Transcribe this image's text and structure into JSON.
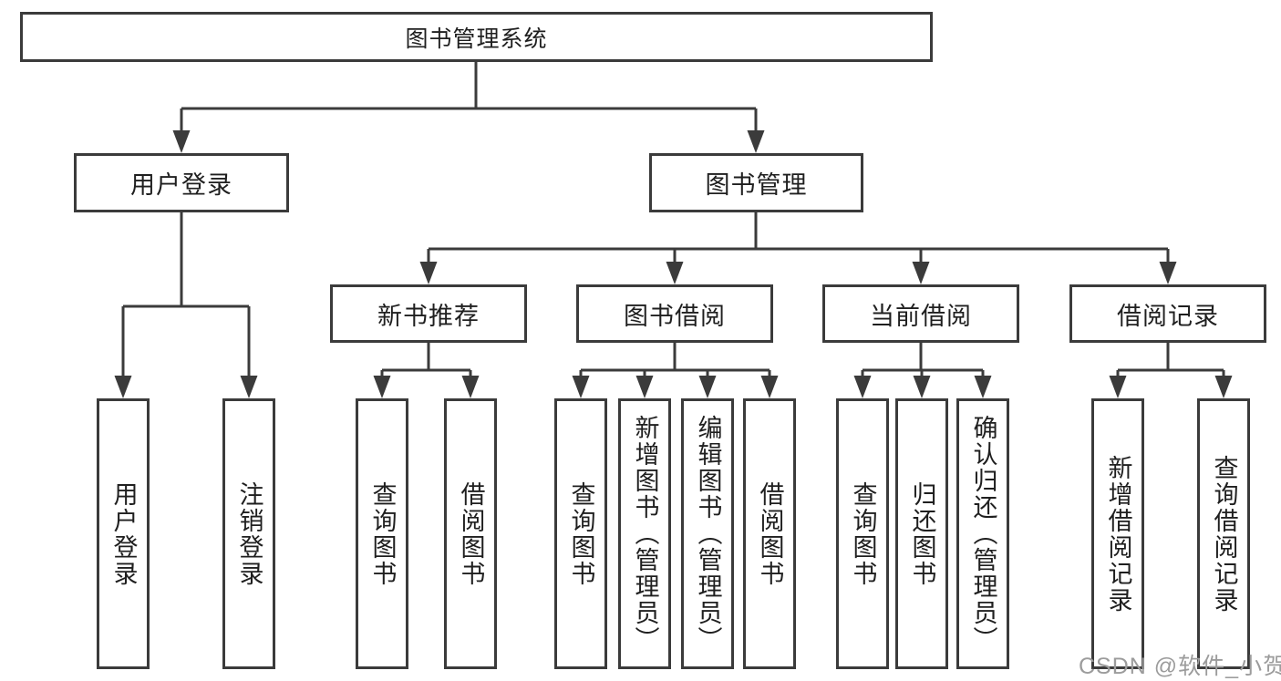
{
  "diagram": {
    "title": "图书管理系统",
    "branches": [
      {
        "label": "用户登录",
        "children": [
          {
            "label": "用户登录"
          },
          {
            "label": "注销登录"
          }
        ]
      },
      {
        "label": "图书管理",
        "groups": [
          {
            "label": "新书推荐",
            "children": [
              {
                "label": "查询图书"
              },
              {
                "label": "借阅图书"
              }
            ]
          },
          {
            "label": "图书借阅",
            "children": [
              {
                "label": "查询图书"
              },
              {
                "label": "新增图书（管理员）"
              },
              {
                "label": "编辑图书（管理员）"
              },
              {
                "label": "借阅图书"
              }
            ]
          },
          {
            "label": "当前借阅",
            "children": [
              {
                "label": "查询图书"
              },
              {
                "label": "归还图书"
              },
              {
                "label": "确认归还（管理员）"
              }
            ]
          },
          {
            "label": "借阅记录",
            "children": [
              {
                "label": "新增借阅记录"
              },
              {
                "label": "查询借阅记录"
              }
            ]
          }
        ]
      }
    ]
  },
  "watermark": {
    "text": "CSDN @软件_小贺同学"
  },
  "colors": {
    "line_color": "#3b3b3b",
    "box_border": "#3b3b3b",
    "box_fill": "#ffffff",
    "text_color": "#1f1f1f",
    "bg_color": "#ffffff",
    "watermark_color": "#9c9c9c"
  }
}
